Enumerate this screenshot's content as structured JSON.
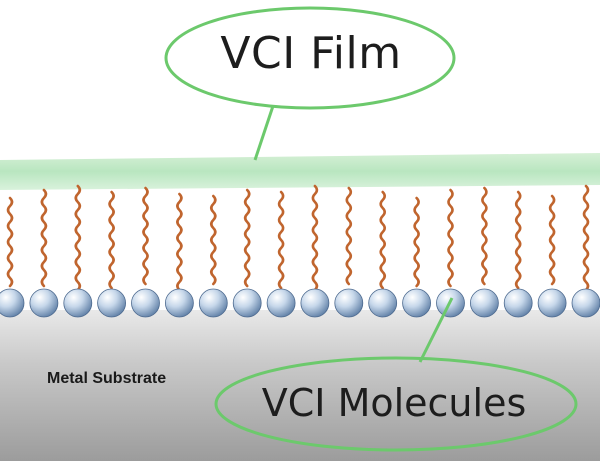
{
  "labels": {
    "film": "VCI Film",
    "molecules": "VCI Molecules",
    "substrate": "Metal Substrate"
  },
  "colors": {
    "film_band": "#bde8c4",
    "callout_outline": "#6cc96c",
    "chain": "#c0652e",
    "molecule_head": "#8fb0d6",
    "substrate_light": "#e4e4e4",
    "substrate_dark": "#9e9e9e"
  },
  "molecule_count": 18
}
